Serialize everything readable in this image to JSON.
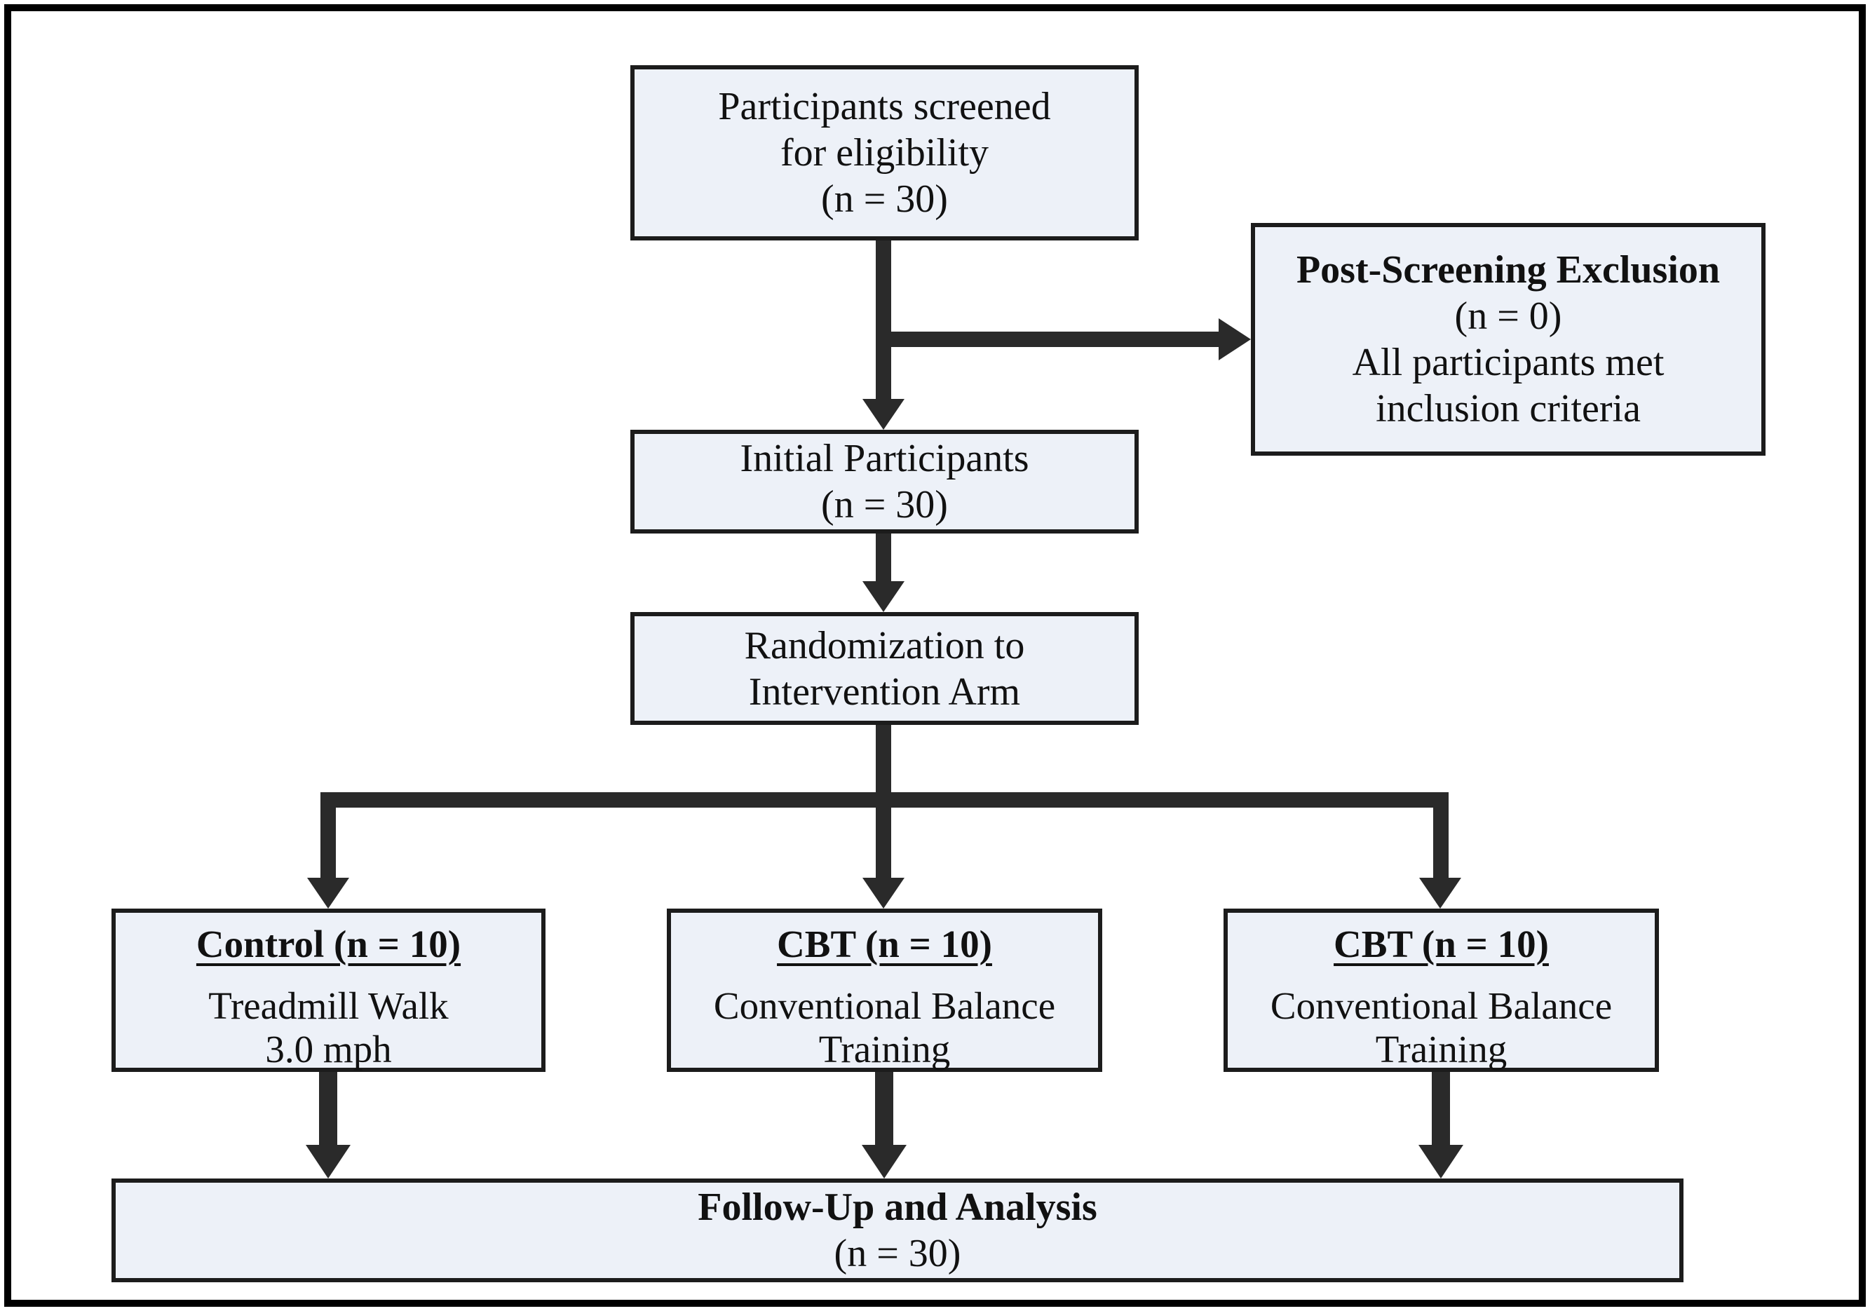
{
  "boxes": {
    "screened": {
      "line1": "Participants screened",
      "line2": "for eligibility",
      "line3": "(n = 30)"
    },
    "exclusion": {
      "title": "Post-Screening Exclusion",
      "line1": "(n = 0)",
      "line2": "All participants met",
      "line3": "inclusion criteria"
    },
    "initial": {
      "line1": "Initial Participants",
      "line2": "(n = 30)"
    },
    "randomization": {
      "line1": "Randomization to",
      "line2": "Intervention Arm"
    },
    "control": {
      "title": "Control (n = 10)",
      "line1": "Treadmill Walk",
      "line2": "3.0 mph"
    },
    "cbt_middle": {
      "title": "CBT (n = 10)",
      "line1": "Conventional Balance",
      "line2": "Training"
    },
    "cbt_right": {
      "title": "CBT (n = 10)",
      "line1": "Conventional Balance",
      "line2": "Training"
    },
    "followup": {
      "title": "Follow-Up and Analysis",
      "line1": "(n = 30)"
    }
  },
  "colors": {
    "box_fill": "#edf1f8",
    "box_border": "#1c1c1c",
    "arrow": "#2a2a2a",
    "outer_border": "#000000",
    "text": "#111111",
    "background": "#ffffff"
  }
}
